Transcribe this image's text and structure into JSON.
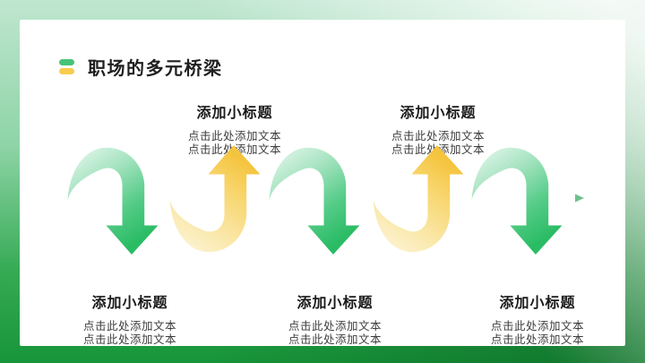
{
  "slide": {
    "title": "职场的多元桥梁",
    "accent_colors": {
      "green": "#46c377",
      "yellow": "#f8cc4d",
      "frame_dark_green": "#17953a"
    },
    "top_blocks": [
      {
        "heading": "添加小标题",
        "line1": "点击此处添加文本",
        "line2": "点击此处添加文本"
      },
      {
        "heading": "添加小标题",
        "line1": "点击此处添加文本",
        "line2": "点击此处添加文本"
      }
    ],
    "bottom_blocks": [
      {
        "heading": "添加小标题",
        "line1": "点击此处添加文本",
        "line2": "点击此处添加文本"
      },
      {
        "heading": "添加小标题",
        "line1": "点击此处添加文本",
        "line2": "点击此处添加文本"
      },
      {
        "heading": "添加小标题",
        "line1": "点击此处添加文本",
        "line2": "点击此处添加文本"
      }
    ],
    "diagram": {
      "type": "alternating-curved-arrow-timeline",
      "timeline": {
        "style": "dashed",
        "direction": "left-to-right",
        "arrowhead": "right"
      },
      "arrows": [
        {
          "order": 1,
          "direction": "down",
          "color": "green"
        },
        {
          "order": 2,
          "direction": "up",
          "color": "yellow"
        },
        {
          "order": 3,
          "direction": "down",
          "color": "green"
        },
        {
          "order": 4,
          "direction": "up",
          "color": "yellow"
        },
        {
          "order": 5,
          "direction": "down",
          "color": "green"
        }
      ]
    }
  }
}
